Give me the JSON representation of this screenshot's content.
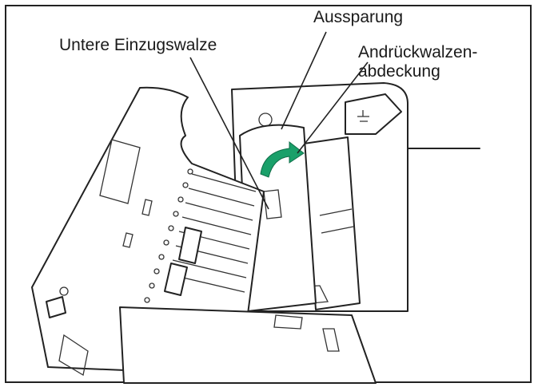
{
  "callouts": {
    "lower_feed_roller": "Untere Einzugswalze",
    "recess": "Aussparung",
    "pressure_roller_cover_line1": "Andrückwalzen-",
    "pressure_roller_cover_line2": "abdeckung"
  },
  "colors": {
    "arrow_accent": "#1aa06a",
    "line_art": "#222222",
    "background": "#ffffff"
  }
}
